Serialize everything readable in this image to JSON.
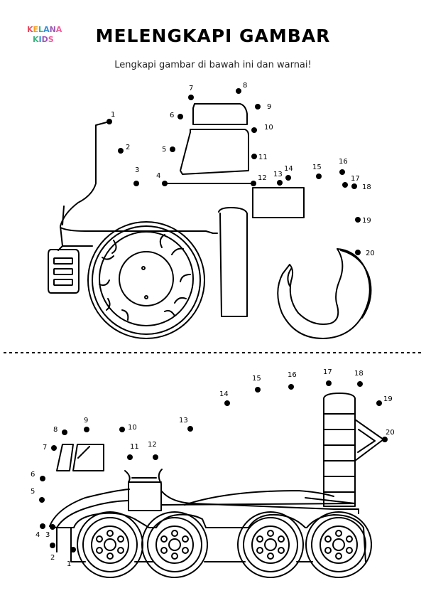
{
  "logo": {
    "line1": "KELANA",
    "line2": "KIDS"
  },
  "title": "MELENGKAPI GAMBAR",
  "subtitle": "Lengkapi gambar di bawah ini dan warnai!",
  "colors": {
    "ink": "#000000",
    "logo": [
      "#e84a5f",
      "#f6a21e",
      "#3fb37f",
      "#2f8fd8",
      "#9b59b6",
      "#f25c9a"
    ]
  },
  "tractor": {
    "labels": [
      "1",
      "2",
      "3",
      "4",
      "5",
      "6",
      "7",
      "8",
      "9",
      "10",
      "11",
      "12",
      "13",
      "14",
      "15",
      "16",
      "17",
      "18",
      "19",
      "20"
    ]
  },
  "truck": {
    "labels": [
      "1",
      "2",
      "3",
      "4",
      "5",
      "6",
      "7",
      "8",
      "9",
      "10",
      "11",
      "12",
      "13",
      "14",
      "15",
      "16",
      "17",
      "18",
      "19",
      "20"
    ]
  }
}
